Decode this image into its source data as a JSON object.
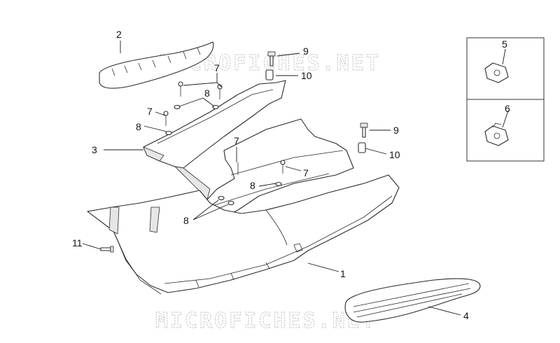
{
  "watermark": {
    "top": "MICROFICHES.NET",
    "bottom": "MICROFICHES.NET"
  },
  "callouts": [
    {
      "id": "c2a",
      "label": "2"
    },
    {
      "id": "c9a",
      "label": "9"
    },
    {
      "id": "c10a",
      "label": "10"
    },
    {
      "id": "c7a",
      "label": "7"
    },
    {
      "id": "c8a",
      "label": "8"
    },
    {
      "id": "c7b",
      "label": "7"
    },
    {
      "id": "c8b",
      "label": "8"
    },
    {
      "id": "c3",
      "label": "3"
    },
    {
      "id": "c7c",
      "label": "7"
    },
    {
      "id": "c9b",
      "label": "9"
    },
    {
      "id": "c10b",
      "label": "10"
    },
    {
      "id": "c7d",
      "label": "7"
    },
    {
      "id": "c8c",
      "label": "8"
    },
    {
      "id": "c8d",
      "label": "8"
    },
    {
      "id": "c11",
      "label": "11"
    },
    {
      "id": "c1",
      "label": "1"
    },
    {
      "id": "c4",
      "label": "4"
    },
    {
      "id": "c5",
      "label": "5"
    },
    {
      "id": "c6",
      "label": "6"
    }
  ]
}
